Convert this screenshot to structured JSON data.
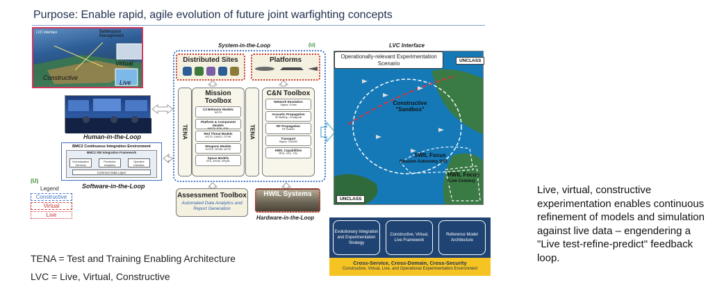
{
  "title": "Purpose: Enable rapid, agile evolution of future joint warfighting concepts",
  "illustration": {
    "lvc_interface": "LVC Interface",
    "battlespace": "Battlespace Management",
    "virtual": "Virtual",
    "constructive": "Constructive",
    "live": "Live"
  },
  "loops": {
    "human": "Human-in-the-Loop",
    "software": "Software-in-the-Loop",
    "system": "System-in-the-Loop",
    "hardware": "Hardware-in-the-Loop"
  },
  "bmc2": {
    "title": "BMC2 Continuous Integration Environment",
    "framework": "BMC2 SW Integration Framework",
    "b1": "Orchestration Services",
    "b2": "Predictive Analytics",
    "b3": "Operator Interface",
    "data_layer": "Common Data Layer"
  },
  "legend": {
    "classification": "(U)",
    "title": "Legend",
    "constructive": "Constructive",
    "virtual": "Virtual",
    "live": "Live",
    "constructive_color": "#3e73c2",
    "virtual_color": "#c6332e",
    "live_color": "#c6332e"
  },
  "center": {
    "classification": "(U)",
    "distributed_sites": "Distributed Sites",
    "platforms": "Platforms",
    "tena": "TENA",
    "mission": {
      "title": "Mission Toolbox",
      "items": [
        {
          "a": "C2 Behavior Models",
          "b": "NGTS"
        },
        {
          "a": "Platform & Component Models",
          "b": "NGTS, STK, STK"
        },
        {
          "a": "Red Threat Models",
          "b": "NGTS, DIADS, OTHR"
        },
        {
          "a": "Weapons Models",
          "b": "ExSTE, AFSM, NCTE"
        },
        {
          "a": "Space Models",
          "b": "STK, AFSM, SPySE"
        }
      ]
    },
    "cn": {
      "title": "C&N Toolbox",
      "items": [
        {
          "a": "Network Emulation",
          "b": "Sigma, EXata"
        },
        {
          "a": "Acoustic Propagation",
          "b": "3D Bellhop, Crossprob"
        },
        {
          "a": "RF Propagation",
          "b": "RF Builder"
        },
        {
          "a": "Transport",
          "b": "Sigma, CMANC"
        },
        {
          "a": "HWIL Capabilities",
          "b": "RFN, CEC, TDL"
        }
      ]
    },
    "assessment": {
      "title": "Assessment Toolbox",
      "subtitle": "Automated Data Analytics and Report Generation"
    },
    "hwil": "HWIL Systems"
  },
  "lvc": {
    "label": "LVC Interface",
    "scenario": "Operationally-relevant Experimentation Scenario",
    "unclass": "UNCLASS",
    "sandbox": "Constructive \"Sandbox\"",
    "swil": "SWIL Focus",
    "swil_sub": "(Mission Autonomy SW)",
    "hwil_focus": "HWIL Focus",
    "hwil_sub": "(Live Comms)"
  },
  "strategy": {
    "c1": "Evolutionary Integration and Experimentation Strategy",
    "c2": "Constructive, Virtual, Live Framework",
    "c3": "Reference Model Architecture",
    "banner": "Cross-Service, Cross-Domain, Cross-Security",
    "banner_sub": "Constructive, Virtual, Live, and Operational Experimentation Environment"
  },
  "captions": {
    "tena": "TENA = Test and Training Enabling Architecture",
    "lvc": "LVC = Live, Virtual, Constructive"
  },
  "summary": "Live, virtual, constructive experimentation enables continuous refinement of models and simulation against live data – engendering a \"Live test-refine-predict\" feedback loop."
}
